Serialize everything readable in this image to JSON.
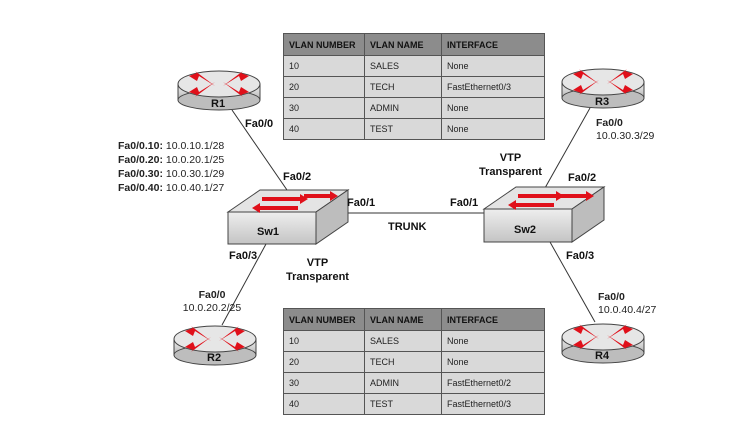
{
  "devices": {
    "r1": {
      "name": "R1",
      "port": "Fa0/0"
    },
    "r2": {
      "name": "R2",
      "port": "Fa0/0",
      "ip": "10.0.20.2/25"
    },
    "r3": {
      "name": "R3",
      "port": "Fa0/0",
      "ip": "10.0.30.3/29"
    },
    "r4": {
      "name": "R4",
      "port": "Fa0/0",
      "ip": "10.0.40.4/27"
    },
    "sw1": {
      "name": "Sw1",
      "port_r1": "Fa0/2",
      "port_trunk": "Fa0/1",
      "port_r2": "Fa0/3",
      "vtp_line1": "VTP",
      "vtp_line2": "Transparent"
    },
    "sw2": {
      "name": "Sw2",
      "port_r3": "Fa0/2",
      "port_trunk": "Fa0/1",
      "port_r4": "Fa0/3",
      "vtp_line1": "VTP",
      "vtp_line2": "Transparent"
    }
  },
  "trunk_label": "TRUNK",
  "r1_subinterfaces": [
    {
      "iface": "Fa0/0.10:",
      "ip": "10.0.10.1/28"
    },
    {
      "iface": "Fa0/0.20:",
      "ip": "10.0.20.1/25"
    },
    {
      "iface": "Fa0/0.30:",
      "ip": "10.0.30.1/29"
    },
    {
      "iface": "Fa0/0.40:",
      "ip": "10.0.40.1/27"
    }
  ],
  "table_headers": [
    "VLAN NUMBER",
    "VLAN NAME",
    "INTERFACE"
  ],
  "table_top": [
    [
      "10",
      "SALES",
      "None"
    ],
    [
      "20",
      "TECH",
      "FastEthernet0/3"
    ],
    [
      "30",
      "ADMIN",
      "None"
    ],
    [
      "40",
      "TEST",
      "None"
    ]
  ],
  "table_bottom": [
    [
      "10",
      "SALES",
      "None"
    ],
    [
      "20",
      "TECH",
      "None"
    ],
    [
      "30",
      "ADMIN",
      "FastEthernet0/2"
    ],
    [
      "40",
      "TEST",
      "FastEthernet0/3"
    ]
  ],
  "colors": {
    "router_arrow": "#e0101a",
    "router_body": "#d4d4d4",
    "switch_top": "#d8d8d8",
    "table_header": "#8c8c8c",
    "table_cell": "#d9d9d9"
  }
}
